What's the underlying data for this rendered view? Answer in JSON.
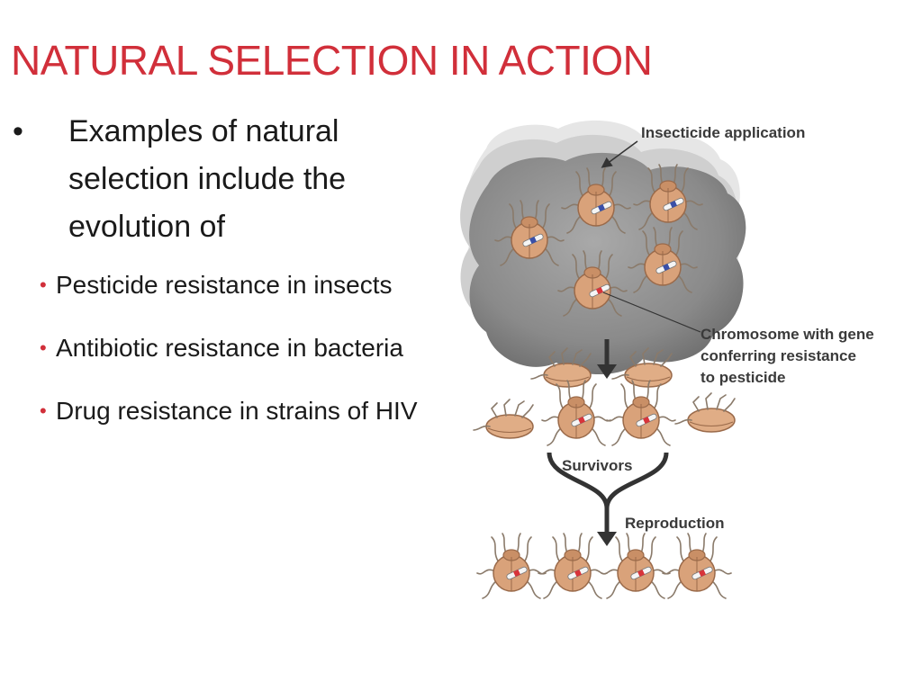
{
  "slide": {
    "title": "NATURAL SELECTION IN ACTION",
    "main_bullet": {
      "symbol": "•",
      "text": "Examples of natural selection include the evolution of"
    },
    "sub_bullets": [
      {
        "symbol": "•",
        "text": "Pesticide resistance in insects"
      },
      {
        "symbol": "•",
        "text": "Antibiotic resistance in bacteria"
      },
      {
        "symbol": "•",
        "text": "Drug resistance in strains of HIV"
      }
    ]
  },
  "diagram": {
    "labels": {
      "insecticide": "Insecticide application",
      "chromosome_line1": "Chromosome with gene",
      "chromosome_line2": "conferring resistance",
      "chromosome_line3": "to pesticide",
      "survivors": "Survivors",
      "reproduction": "Reproduction"
    },
    "colors": {
      "title_red": "#d12f3a",
      "cloud_gray": "#8a8a8a",
      "insect_tan": "#d9a27a",
      "insect_outline": "#9a6a4a",
      "gene_red": "#d8343a",
      "gene_blue": "#3a4fa8"
    },
    "icons": [
      "cloud-icon",
      "beetle-icon",
      "dead-beetle-icon",
      "down-arrow-icon"
    ]
  }
}
